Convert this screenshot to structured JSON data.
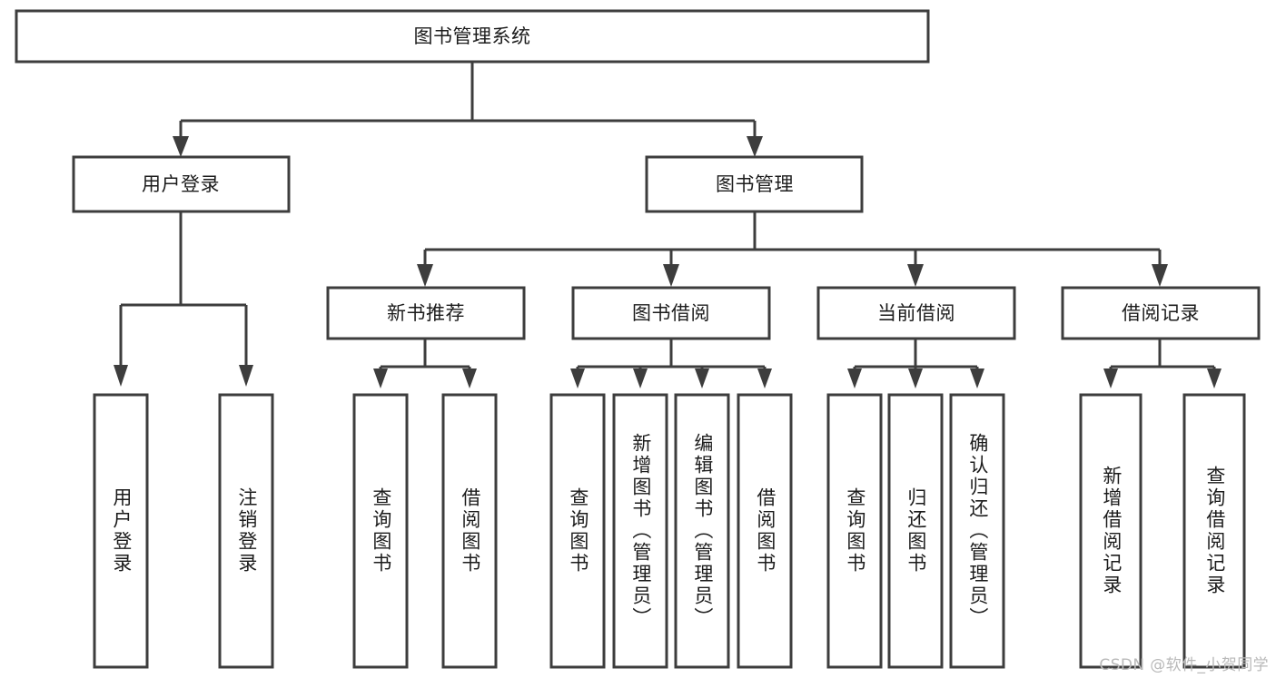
{
  "diagram": {
    "title": "图书管理系统",
    "type": "tree-hierarchy-chart",
    "orientation": "top-down",
    "colors": {
      "background": "#ffffff",
      "box_fill": "#ffffff",
      "box_stroke": "#3d3d3d",
      "line": "#3d3d3d",
      "text": "#1c1c1c",
      "watermark": "#b9b9b9"
    },
    "root": {
      "label": "图书管理系统"
    },
    "level2": [
      {
        "label": "用户登录"
      },
      {
        "label": "图书管理"
      }
    ],
    "level3": [
      {
        "label": "新书推荐"
      },
      {
        "label": "图书借阅"
      },
      {
        "label": "当前借阅"
      },
      {
        "label": "借阅记录"
      }
    ],
    "leaves": {
      "user_login": [
        {
          "label": "用户登录"
        },
        {
          "label": "注销登录"
        }
      ],
      "new_book_recommend": [
        {
          "label": "查询图书"
        },
        {
          "label": "借阅图书"
        }
      ],
      "book_borrow": [
        {
          "label": "查询图书"
        },
        {
          "label": "新增图书（管理员）"
        },
        {
          "label": "编辑图书（管理员）"
        },
        {
          "label": "借阅图书"
        }
      ],
      "current_borrow": [
        {
          "label": "查询图书"
        },
        {
          "label": "归还图书"
        },
        {
          "label": "确认归还（管理员）"
        }
      ],
      "borrow_records": [
        {
          "label": "新增借阅记录"
        },
        {
          "label": "查询借阅记录"
        }
      ]
    }
  },
  "watermark": {
    "text": "CSDN @软件_小贺同学"
  }
}
